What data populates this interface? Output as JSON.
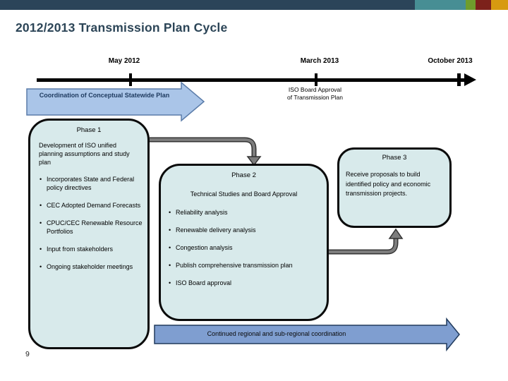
{
  "slide": {
    "title": "2012/2013 Transmission Plan Cycle",
    "page_number": "9"
  },
  "colors": {
    "bar-navy": "#2b4459",
    "bar-teal": "#478e94",
    "bar-green": "#6f9d2c",
    "bar-maroon": "#7c211b",
    "bar-gold": "#d79a10",
    "title-color": "#2c4557",
    "phase-fill": "#d8eaeb",
    "coord-fill": "#aac5e8",
    "coord-border": "#5b7ca9",
    "bottom-fill": "#7f9ed0",
    "bottom-border": "#203a5c",
    "connector-gray": "#7d7d7d",
    "connector-dark": "#333333"
  },
  "timeline": {
    "milestones": [
      {
        "label": "May 2012"
      },
      {
        "label": "March 2013"
      },
      {
        "label": "October 2013"
      }
    ],
    "annotation_line1": "ISO Board Approval",
    "annotation_line2": "of Transmission Plan"
  },
  "coordination_arrow": {
    "label": "Coordination of Conceptual Statewide Plan"
  },
  "phases": [
    {
      "title": "Phase 1",
      "intro": "Development of ISO unified planning assumptions and study plan",
      "bullets": [
        "Incorporates State and Federal policy directives",
        "CEC Adopted Demand Forecasts",
        "CPUC/CEC Renewable Resource Portfolios",
        "Input from stakeholders",
        "Ongoing stakeholder meetings"
      ]
    },
    {
      "title": "Phase 2",
      "intro": "Technical Studies and Board Approval",
      "bullets": [
        "Reliability analysis",
        "Renewable delivery analysis",
        "Congestion analysis",
        "Publish comprehensive transmission plan",
        "ISO Board approval"
      ]
    },
    {
      "title": "Phase 3",
      "intro": "Receive proposals to build identified policy and economic transmission projects.",
      "bullets": []
    }
  ],
  "bottom_arrow": {
    "label": "Continued regional and sub-regional coordination"
  },
  "icons": {
    "timeline_end": "arrow-right-icon",
    "phase1_to_phase2": "arrow-down-icon",
    "phase2_to_phase3": "arrow-up-icon"
  }
}
